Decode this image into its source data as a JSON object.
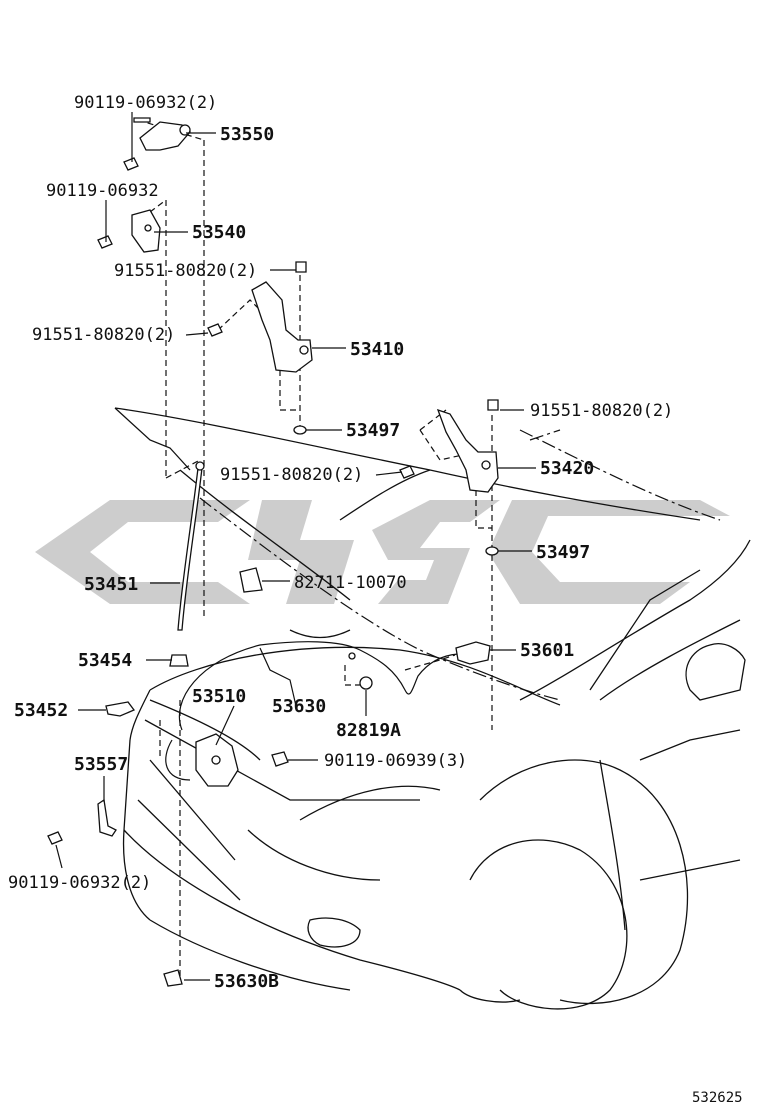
{
  "labels": {
    "p53550": "53550",
    "p53540": "53540",
    "p53410": "53410",
    "p53497a": "53497",
    "p53420": "53420",
    "p53497b": "53497",
    "p53451": "53451",
    "p53454": "53454",
    "p53452": "53452",
    "p53510": "53510",
    "p53630": "53630",
    "p82819a": "82819A",
    "p53557": "53557",
    "p53601": "53601",
    "p53630b": "53630B",
    "b1": "90119-06932(2)",
    "b2": "90119-06932",
    "b3": "91551-80820(2)",
    "b4": "91551-80820(2)",
    "b5": "91551-80820(2)",
    "b6": "91551-80820(2)",
    "c1": "82711-10070",
    "b7": "90119-06939(3)",
    "b8": "90119-06932(2)"
  },
  "footer": {
    "diagram_number": "532625"
  },
  "watermark_color": "#c4c4c4"
}
